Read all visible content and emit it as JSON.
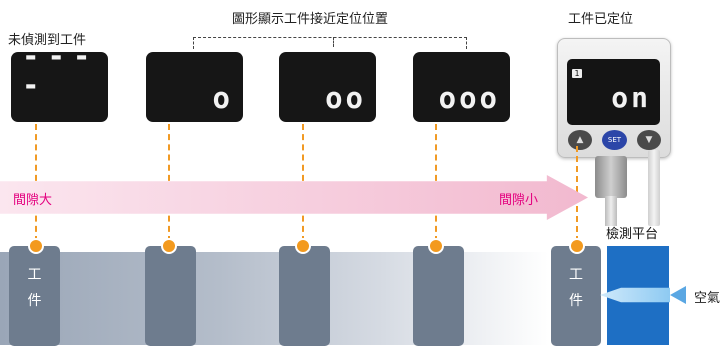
{
  "labels": {
    "not_detected": "未偵測到工件",
    "approach_title": "圖形顯示工件接近定位位置",
    "positioned": "工件已定位",
    "gap_large": "間隙大",
    "gap_small": "間隙小",
    "platform": "檢測平台",
    "air": "空氣",
    "workpiece_char1": "工",
    "workpiece_char2": "件"
  },
  "displays": [
    {
      "text": "----"
    },
    {
      "text": "o"
    },
    {
      "text": "oo"
    },
    {
      "text": "ooo"
    }
  ],
  "sensor": {
    "channel": "1",
    "reading": "on",
    "buttons": {
      "up": "▲",
      "set": "SET",
      "down": "▼"
    }
  },
  "icons": {
    "air_arrow": "triangle-left-icon"
  },
  "colors": {
    "accent_orange": "#f39a1e",
    "gap_text": "#e4007f",
    "platform_blue": "#1e6fc4",
    "workpiece_gray": "#6e7c8e"
  }
}
